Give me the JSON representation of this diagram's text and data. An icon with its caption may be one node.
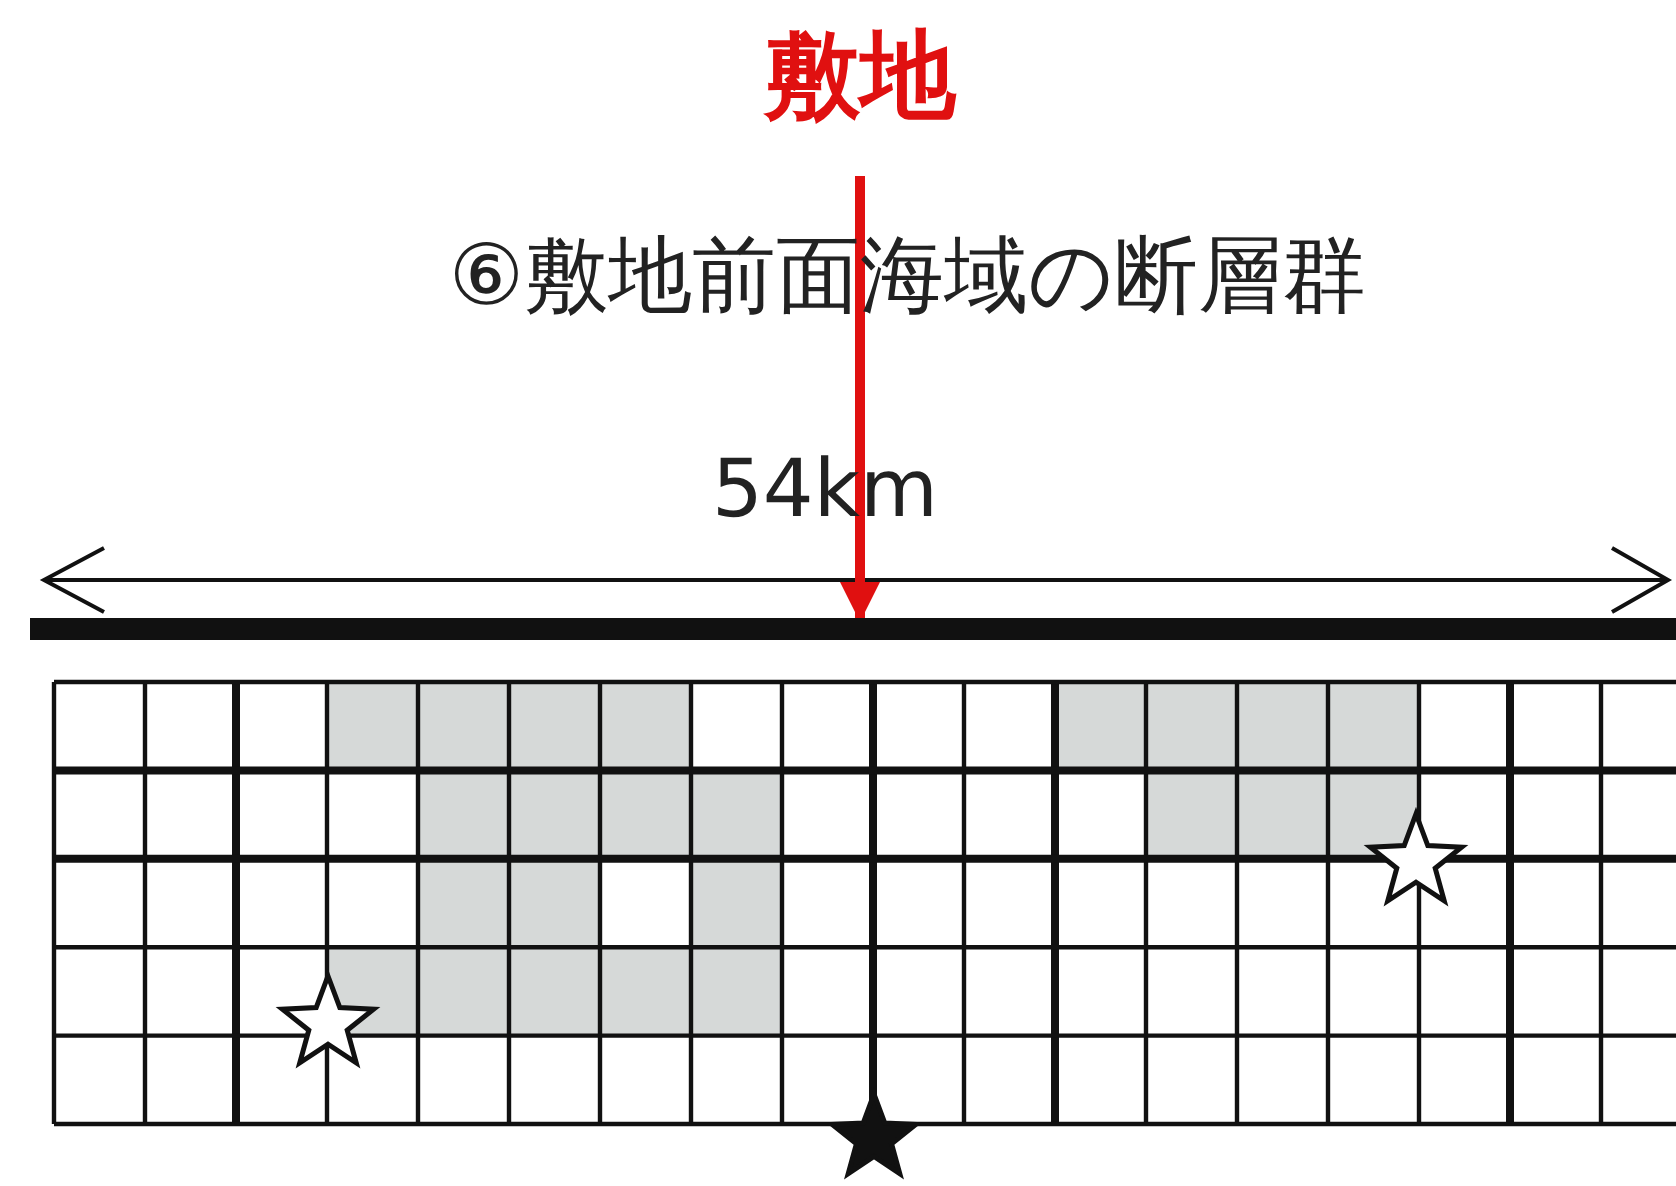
{
  "diagram": {
    "title": "⑥敷地前面海域の断層群",
    "nodes": [
      {
        "text": [
          "敷地"
        ]
      },
      {
        "text": [],
        "shape": "bar"
      }
    ],
    "edges": [
      {
        "from": 0,
        "to": 1,
        "arrow": "to",
        "color": "#e01010"
      }
    ],
    "labels": [
      "54km"
    ]
  }
}
